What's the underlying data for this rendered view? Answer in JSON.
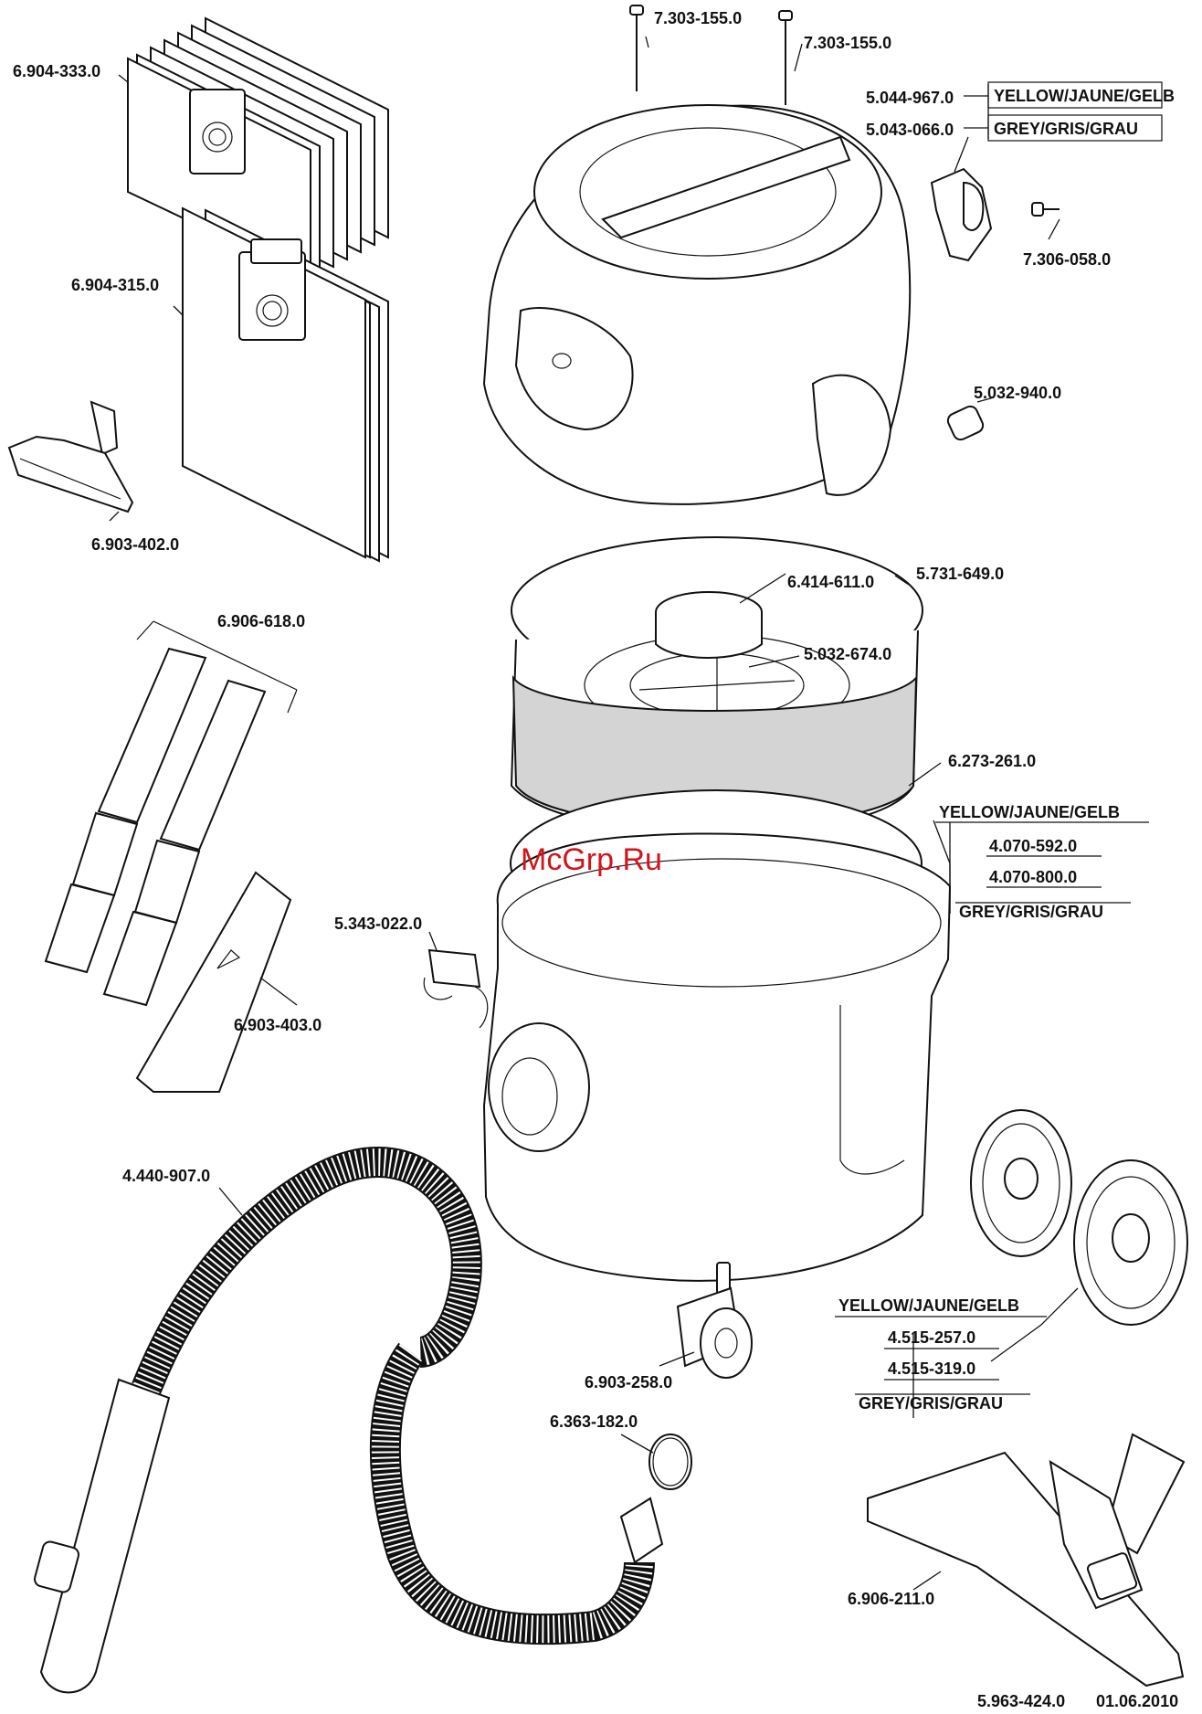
{
  "parts": {
    "screw_left": "7.303-155.0",
    "screw_right": "7.303-155.0",
    "switch_yellow": "5.044-967.0",
    "switch_grey": "5.043-066.0",
    "small_screw": "7.306-058.0",
    "knob": "5.032-940.0",
    "bag_set_a": "6.904-333.0",
    "bag_set_b": "6.904-315.0",
    "upholstery_nozzle": "6.903-402.0",
    "filter_element": "6.414-611.0",
    "basket": "5.731-649.0",
    "filter_holder": "5.032-674.0",
    "filter_sleeve": "6.273-261.0",
    "tubes": "6.906-618.0",
    "crevice_nozzle": "6.903-403.0",
    "container_yellow": "4.070-592.0",
    "container_grey": "4.070-800.0",
    "clip": "5.343-022.0",
    "hose": "4.440-907.0",
    "wheel_yellow": "4.515-257.0",
    "wheel_grey": "4.515-319.0",
    "castor": "6.903-258.0",
    "o_ring": "6.363-182.0",
    "floor_nozzle": "6.906-211.0"
  },
  "colors": {
    "yellow": "YELLOW/JAUNE/GELB",
    "grey": "GREY/GRIS/GRAU"
  },
  "footer": {
    "doc_number": "5.963-424.0",
    "date": "01.06.2010"
  },
  "watermark": "McGrp.Ru"
}
